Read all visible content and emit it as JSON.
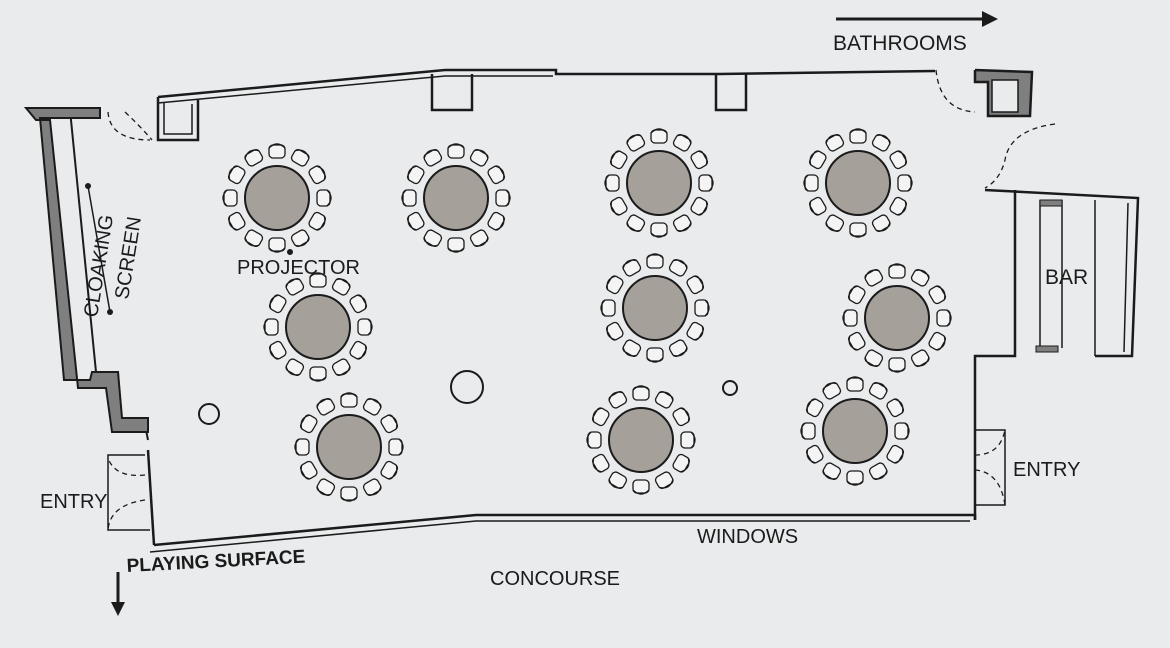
{
  "labels": {
    "bathrooms": "BATHROOMS",
    "cloaking": "CLOAKING",
    "screen": "SCREEN",
    "projector": "PROJECTOR",
    "bar": "BAR",
    "entry_left": "ENTRY",
    "entry_right": "ENTRY",
    "windows": "WINDOWS",
    "playing_surface": "PLAYING SURFACE",
    "concourse": "CONCOURSE"
  },
  "tables": {
    "count": 10,
    "chairs_per_table": 12
  },
  "colors": {
    "background": "#e9ebec",
    "wall": "#1b1b1b",
    "wall_fill": "#7f7f7f",
    "table_fill": "#a6a09b",
    "chair_fill": "#f4f4f4"
  }
}
